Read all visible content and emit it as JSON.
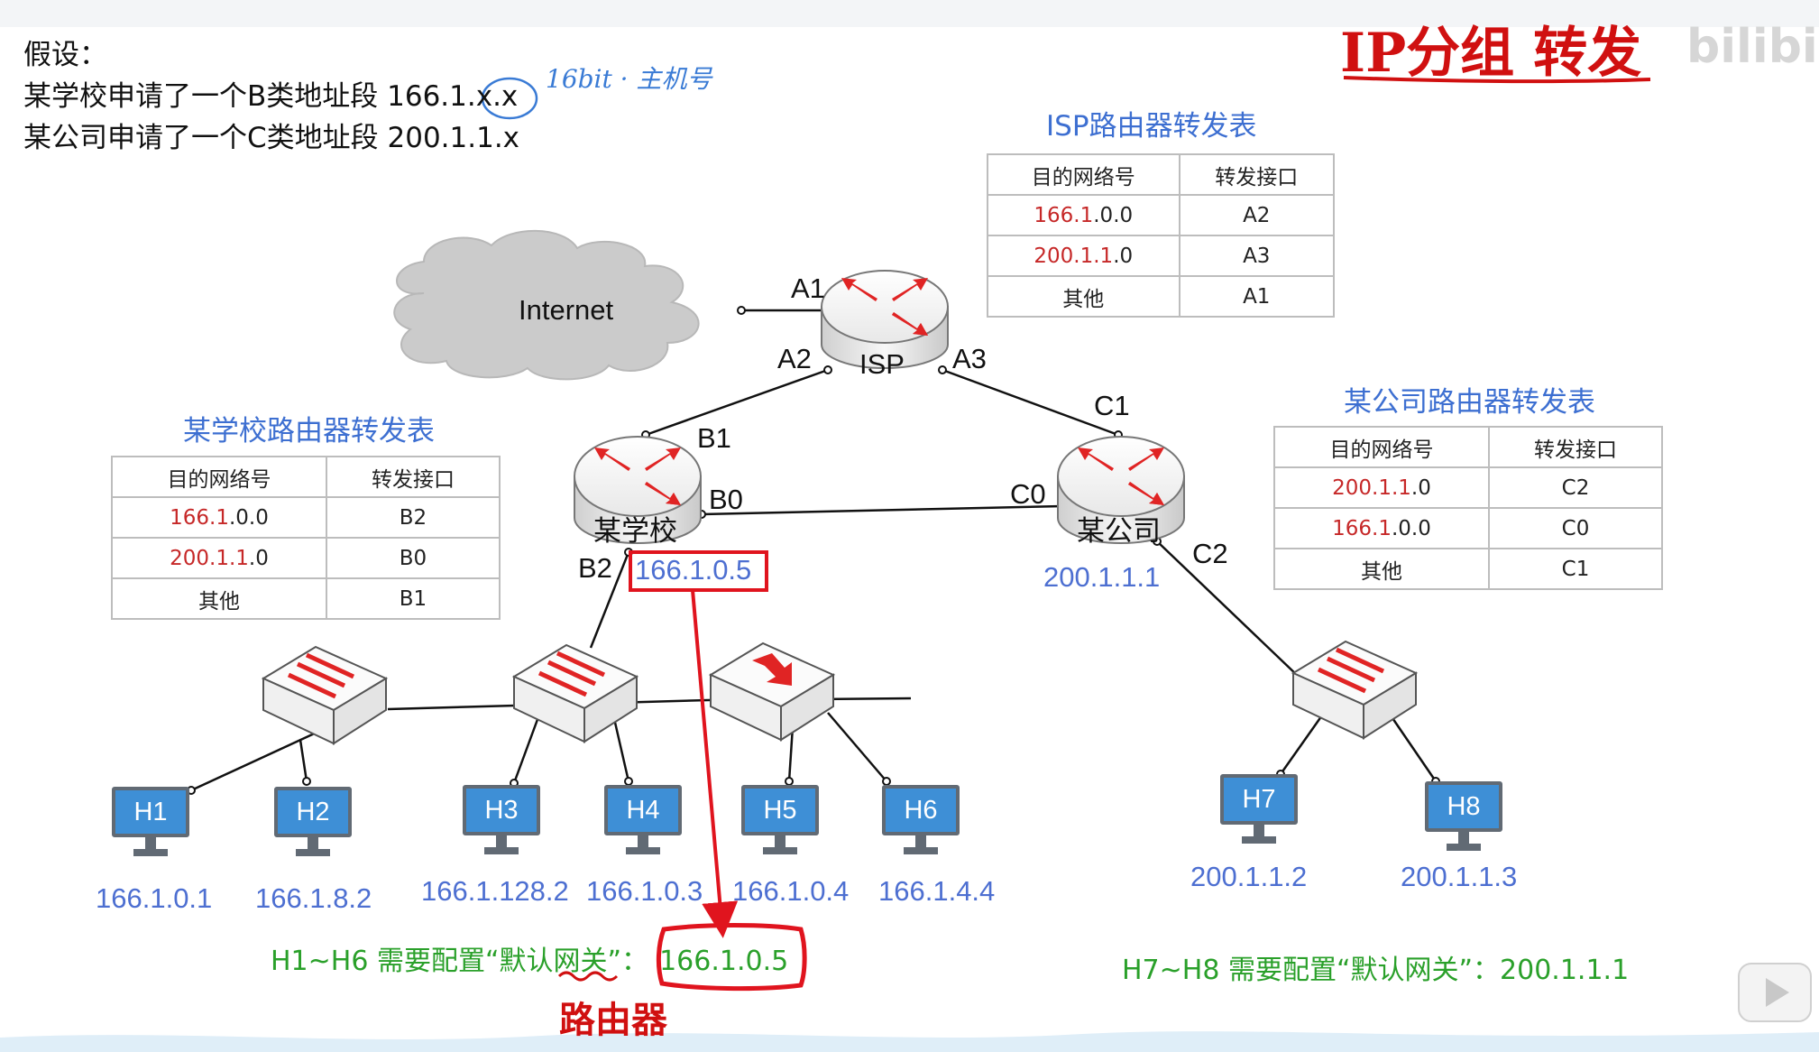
{
  "intro": {
    "line1": "假设：",
    "line2": "某学校申请了一个B类地址段 166.1.x.x",
    "line3": "某公司申请了一个C类地址段 200.1.1.x"
  },
  "annotations": {
    "title_hand": "IP分组 转发",
    "note_hand": "16bit · 主机号",
    "router_hand": "路由器",
    "watermark": "bilibili"
  },
  "isp_table": {
    "title": "ISP路由器转发表",
    "headers": [
      "目的网络号",
      "转发接口"
    ],
    "rows": [
      {
        "net_red": "166.1",
        "net_rest": ".0.0",
        "iface": "A2"
      },
      {
        "net_red": "200.1.1",
        "net_rest": ".0",
        "iface": "A3"
      },
      {
        "net_red": "",
        "net_rest": "其他",
        "iface": "A1"
      }
    ]
  },
  "school_table": {
    "title": "某学校路由器转发表",
    "headers": [
      "目的网络号",
      "转发接口"
    ],
    "rows": [
      {
        "net_red": "166.1",
        "net_rest": ".0.0",
        "iface": "B2"
      },
      {
        "net_red": "200.1.1",
        "net_rest": ".0",
        "iface": "B0"
      },
      {
        "net_red": "",
        "net_rest": "其他",
        "iface": "B1"
      }
    ]
  },
  "company_table": {
    "title": "某公司路由器转发表",
    "headers": [
      "目的网络号",
      "转发接口"
    ],
    "rows": [
      {
        "net_red": "200.1.1",
        "net_rest": ".0",
        "iface": "C2"
      },
      {
        "net_red": "166.1",
        "net_rest": ".0.0",
        "iface": "C0"
      },
      {
        "net_red": "",
        "net_rest": "其他",
        "iface": "C1"
      }
    ]
  },
  "network": {
    "internet": "Internet",
    "routers": {
      "isp": "ISP",
      "school": "某学校",
      "company": "某公司"
    },
    "ports": {
      "A1": "A1",
      "A2": "A2",
      "A3": "A3",
      "B0": "B0",
      "B1": "B1",
      "B2": "B2",
      "C0": "C0",
      "C1": "C1",
      "C2": "C2"
    },
    "school_gateway_ip": "166.1.0.5",
    "company_gateway_ip": "200.1.1.1"
  },
  "hosts": [
    {
      "name": "H1",
      "ip": "166.1.0.1"
    },
    {
      "name": "H2",
      "ip": "166.1.8.2"
    },
    {
      "name": "H3",
      "ip": "166.1.128.2"
    },
    {
      "name": "H4",
      "ip": "166.1.0.3"
    },
    {
      "name": "H5",
      "ip": "166.1.0.4"
    },
    {
      "name": "H6",
      "ip": "166.1.4.4"
    },
    {
      "name": "H7",
      "ip": "200.1.1.2"
    },
    {
      "name": "H8",
      "ip": "200.1.1.3"
    }
  ],
  "notes": {
    "school_gateway_prefix": "H1~H6 需要配置“默认网关”：",
    "school_gateway_value": "166.1.0.5",
    "company_gateway": "H7~H8 需要配置“默认网关”：200.1.1.1"
  },
  "colors": {
    "table_title": "#3d6fd1",
    "ip_blue": "#4d6fd1",
    "network_red": "#c62828",
    "note_green": "#2aa02a",
    "highlight_red": "#e0141e",
    "host_blue": "#3e8fd6"
  }
}
